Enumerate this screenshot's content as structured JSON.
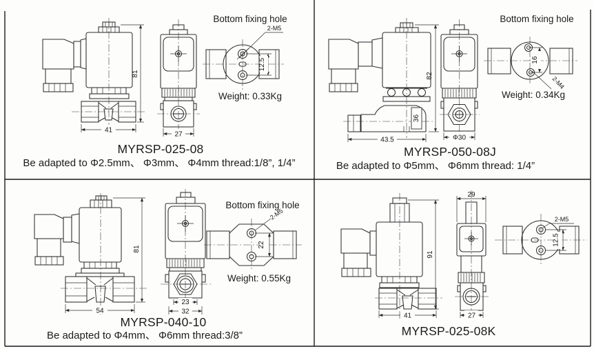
{
  "colors": {
    "line": "#2e2e2e",
    "text": "#1b1b1b",
    "background": "#fdfdfc"
  },
  "panels": [
    {
      "model": "MYRSP-025-08",
      "adapted": "Be adapted to Φ2.5mm、 Φ3mm、 Φ4mm thread:1/8”, 1/4”",
      "fixing_hole_title": "Bottom fixing hole",
      "weight": "Weight: 0.33Kg",
      "dims": {
        "height": "81",
        "side_width": "41",
        "front_width": "27",
        "hole_thread": "2-M5",
        "hole_spacing": "12.5"
      }
    },
    {
      "model": "MYRSP-050-08J",
      "adapted": "Be adapted to Φ5mm、 Φ6mm thread: 1/4”",
      "fixing_hole_title": "Bottom fixing hole",
      "weight": "Weight: 0.34Kg",
      "dims": {
        "height": "82",
        "side_width": "43.5",
        "body_height": "36",
        "front_width": "Φ30",
        "hole_thread": "2-M4",
        "hole_spacing": "16"
      }
    },
    {
      "model": "MYRSP-040-10",
      "adapted": "Be adapted to Φ4mm、 Φ6mm thread:3/8”",
      "fixing_hole_title": "Bottom fixing hole",
      "weight": "Weight: 0.55Kg",
      "dims": {
        "height": "81",
        "side_width": "54",
        "port_width": "23",
        "front_width": "32",
        "hole_thread": "2-M5",
        "hole_spacing": "22"
      }
    },
    {
      "model": "MYRSP-025-08K",
      "dims": {
        "coil_width": "29",
        "height": "91",
        "side_width": "41",
        "front_width": "27",
        "hole_thread": "2-M5",
        "hole_spacing": "12.5"
      }
    }
  ]
}
